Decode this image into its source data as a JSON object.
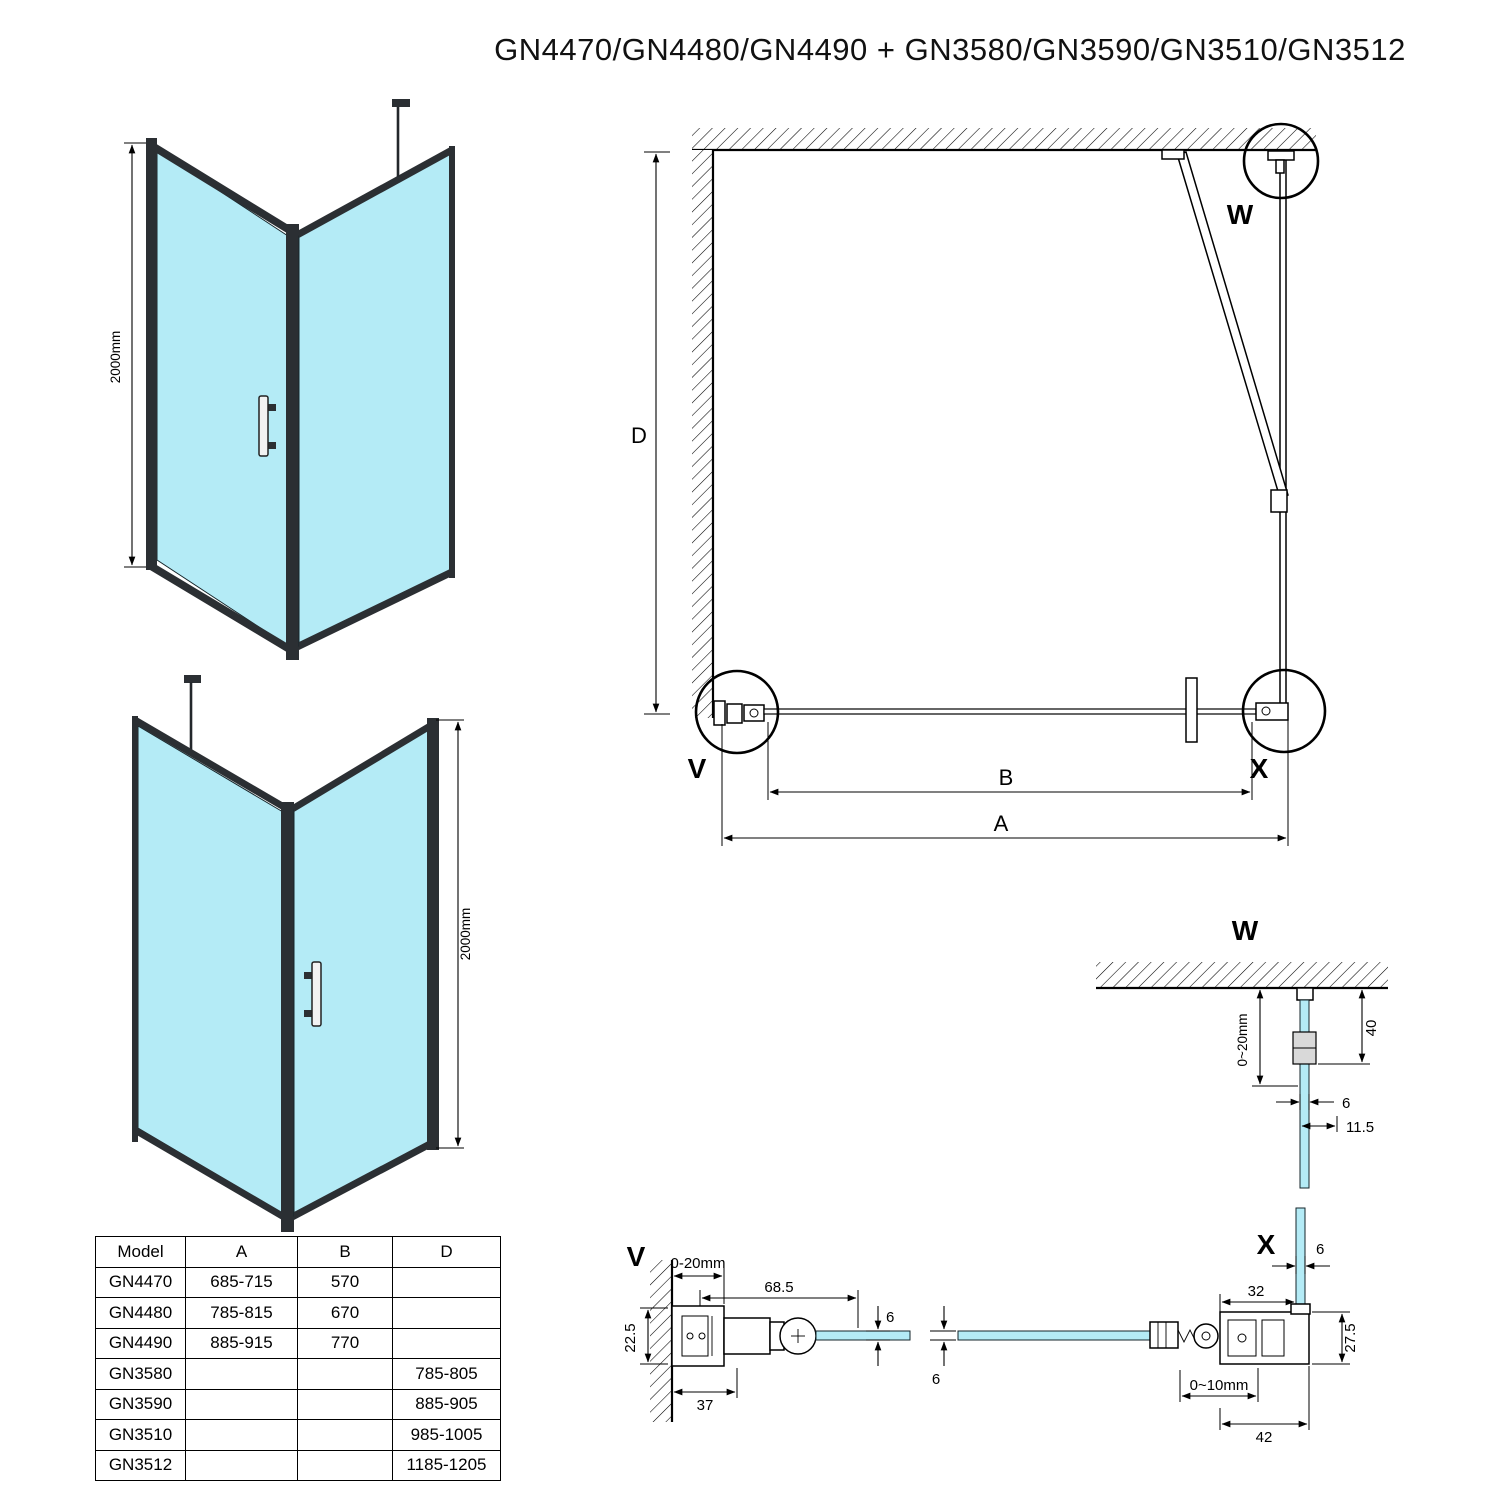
{
  "title": "GN4470/GN4480/GN4490 + GN3580/GN3590/GN3510/GN3512",
  "colors": {
    "glass": "#b4ebf6",
    "frame": "#2b2f33"
  },
  "iso_top": {
    "height_dim": "2000mm"
  },
  "iso_bottom": {
    "height_dim": "2000mm"
  },
  "plan": {
    "dim_d": "D",
    "dim_b": "B",
    "dim_a": "A",
    "label_v": "V",
    "label_w": "W",
    "label_x": "X"
  },
  "detail_w": {
    "label": "W",
    "dim_40": "40",
    "dim_gap": "0~20mm",
    "dim_6": "6",
    "dim_115": "11.5"
  },
  "detail_v": {
    "label": "V",
    "dim_gap": "0-20mm",
    "dim_685": "68.5",
    "dim_225": "22.5",
    "dim_37": "37",
    "dim_6": "6"
  },
  "detail_x": {
    "label": "X",
    "dim_6_top": "6",
    "dim_6_left": "6",
    "dim_32": "32",
    "dim_275": "27.5",
    "dim_gap": "0~10mm",
    "dim_42": "42"
  },
  "table": {
    "headers": [
      "Model",
      "A",
      "B",
      "D"
    ],
    "rows": [
      [
        "GN4470",
        "685-715",
        "570",
        ""
      ],
      [
        "GN4480",
        "785-815",
        "670",
        ""
      ],
      [
        "GN4490",
        "885-915",
        "770",
        ""
      ],
      [
        "GN3580",
        "",
        "",
        "785-805"
      ],
      [
        "GN3590",
        "",
        "",
        "885-905"
      ],
      [
        "GN3510",
        "",
        "",
        "985-1005"
      ],
      [
        "GN3512",
        "",
        "",
        "1185-1205"
      ]
    ]
  }
}
